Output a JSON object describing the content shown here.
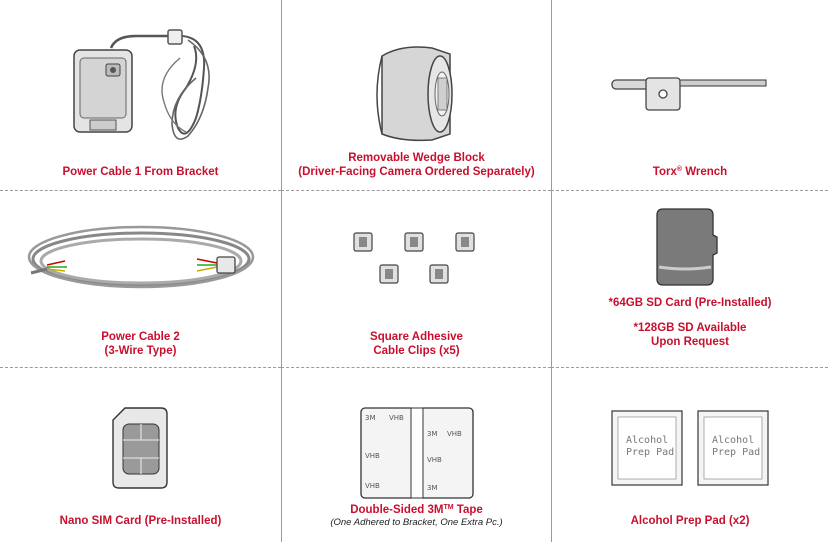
{
  "items": [
    {
      "label": "Power Cable 1 From Bracket",
      "icon": "power-cable-bracket-icon"
    },
    {
      "line1": "Removable Wedge Block",
      "line2": "(Driver-Facing Camera Ordered Separately)",
      "icon": "wedge-block-icon"
    },
    {
      "label_pre": "Torx",
      "label_sup": "®",
      "label_post": " Wrench",
      "icon": "torx-wrench-icon"
    },
    {
      "line1": "Power Cable 2",
      "line2": "(3-Wire Type)",
      "icon": "power-cable-coil-icon"
    },
    {
      "line1": "Square Adhesive",
      "line2": "Cable Clips (x5)",
      "icon": "cable-clip-icon"
    },
    {
      "line1": "*64GB SD Card (Pre-Installed)",
      "line2": "*128GB SD Available",
      "line3": "Upon Request",
      "icon": "sd-card-icon"
    },
    {
      "label": "Nano SIM Card (Pre-Installed)",
      "icon": "sim-card-icon"
    },
    {
      "label_pre": "Double-Sided 3M",
      "label_sup": "TM",
      "label_post": " Tape",
      "sub": "(One Adhered to Bracket, One Extra Pc.)",
      "icon": "tape-icon",
      "tape_text_a": "3M",
      "tape_text_b": "VHB"
    },
    {
      "label": "Alcohol Prep Pad (x2)",
      "icon": "prep-pad-icon",
      "pad_text": "Alcohol\nPrep Pad",
      "pad_line1": "Alcohol",
      "pad_line2": "Prep Pad"
    }
  ],
  "colors": {
    "accent": "#c8102e",
    "divider": "#9a9a9a",
    "art_stroke": "#333333",
    "art_fill": "#e0e0e0"
  }
}
